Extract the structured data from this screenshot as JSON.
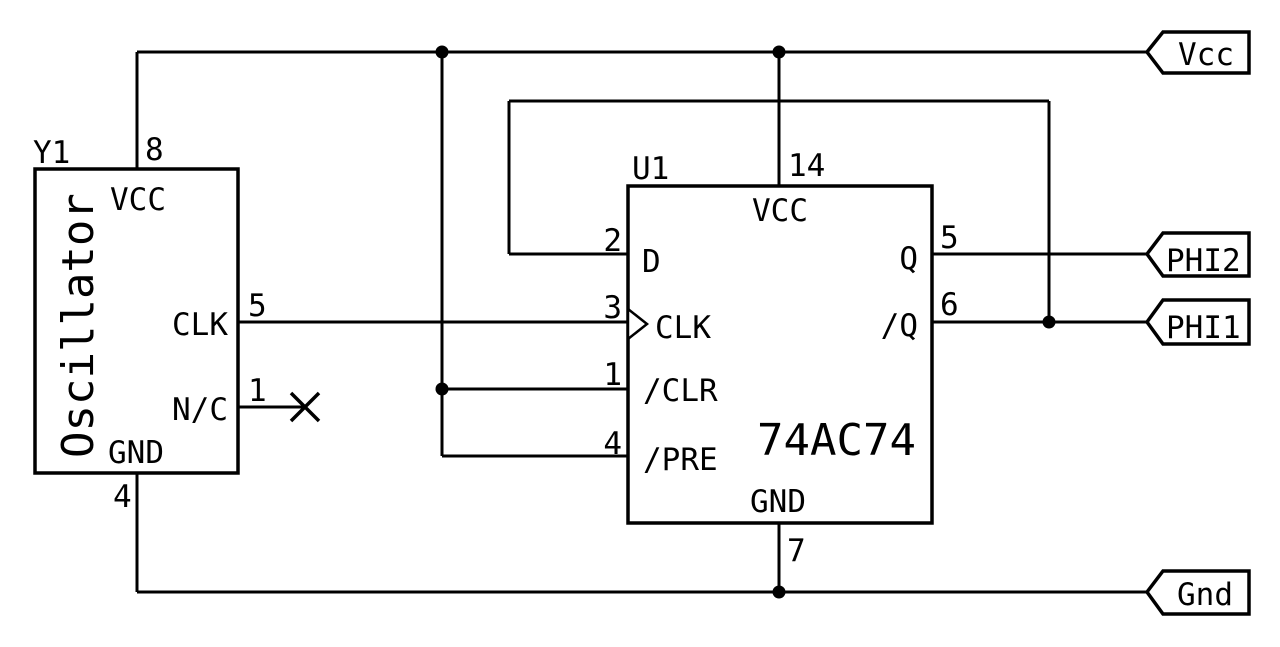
{
  "type": "schematic",
  "colors": {
    "background": "#ffffff",
    "ink": "#000000"
  },
  "components": {
    "y1": {
      "ref": "Y1",
      "value": "Oscillator",
      "pins": {
        "vcc": {
          "num": "8",
          "name": "VCC"
        },
        "clk": {
          "num": "5",
          "name": "CLK"
        },
        "nc": {
          "num": "1",
          "name": "N/C"
        },
        "gnd": {
          "num": "4",
          "name": "GND"
        }
      }
    },
    "u1": {
      "ref": "U1",
      "value": "74AC74",
      "pins": {
        "vcc": {
          "num": "14",
          "name": "VCC"
        },
        "d": {
          "num": "2",
          "name": "D"
        },
        "clk": {
          "num": "3",
          "name": "CLK"
        },
        "clr": {
          "num": "1",
          "name": "/CLR"
        },
        "pre": {
          "num": "4",
          "name": "/PRE"
        },
        "q": {
          "num": "5",
          "name": "Q"
        },
        "nq": {
          "num": "6",
          "name": "/Q"
        },
        "gnd": {
          "num": "7",
          "name": "GND"
        }
      }
    }
  },
  "flags": {
    "vcc": {
      "label": "Vcc"
    },
    "phi2": {
      "label": "PHI2"
    },
    "phi1": {
      "label": "PHI1"
    },
    "gnd": {
      "label": "Gnd"
    }
  }
}
